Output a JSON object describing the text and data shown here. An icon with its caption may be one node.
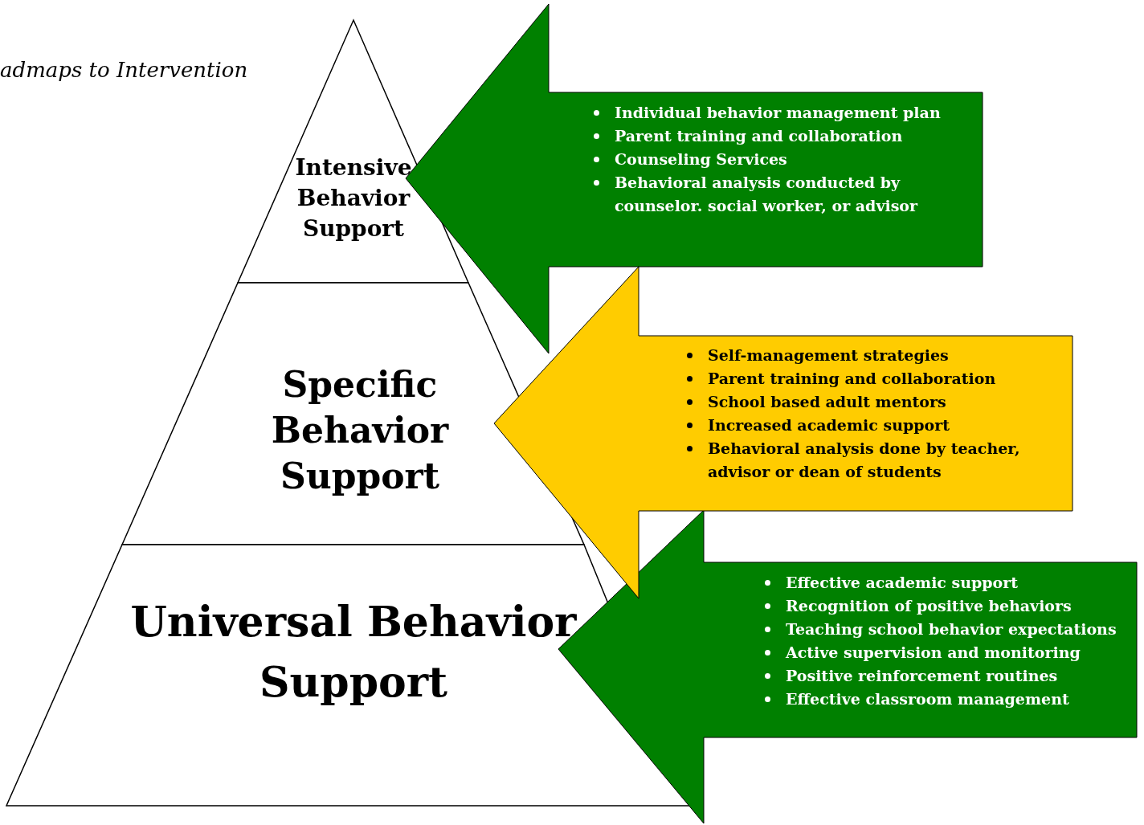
{
  "diagram": {
    "nodes": [
      {
        "text": [
          "Intensive Behavior Support"
        ]
      },
      {
        "text": [
          "Specific Behavior Support"
        ]
      },
      {
        "text": [
          "Universal Behavior Support"
        ]
      },
      {
        "text": [
          "Individual behavior management plan",
          "Parent training and collaboration",
          "Counseling Services",
          "Behavioral analysis conducted by counselor. social worker, or advisor"
        ]
      },
      {
        "text": [
          "Self-management strategies",
          "Parent training and collaboration",
          "School based adult mentors",
          "Increased academic support",
          "Behavioral analysis done by teacher, advisor or dean of students"
        ]
      },
      {
        "text": [
          "Effective academic support",
          "Recognition of positive behaviors",
          "Teaching school behavior expectations",
          "Active supervision and monitoring",
          "Positive reinforcement routines",
          "Effective classroom management"
        ]
      }
    ],
    "edges": [],
    "labels": [
      "admaps to Intervention"
    ]
  }
}
